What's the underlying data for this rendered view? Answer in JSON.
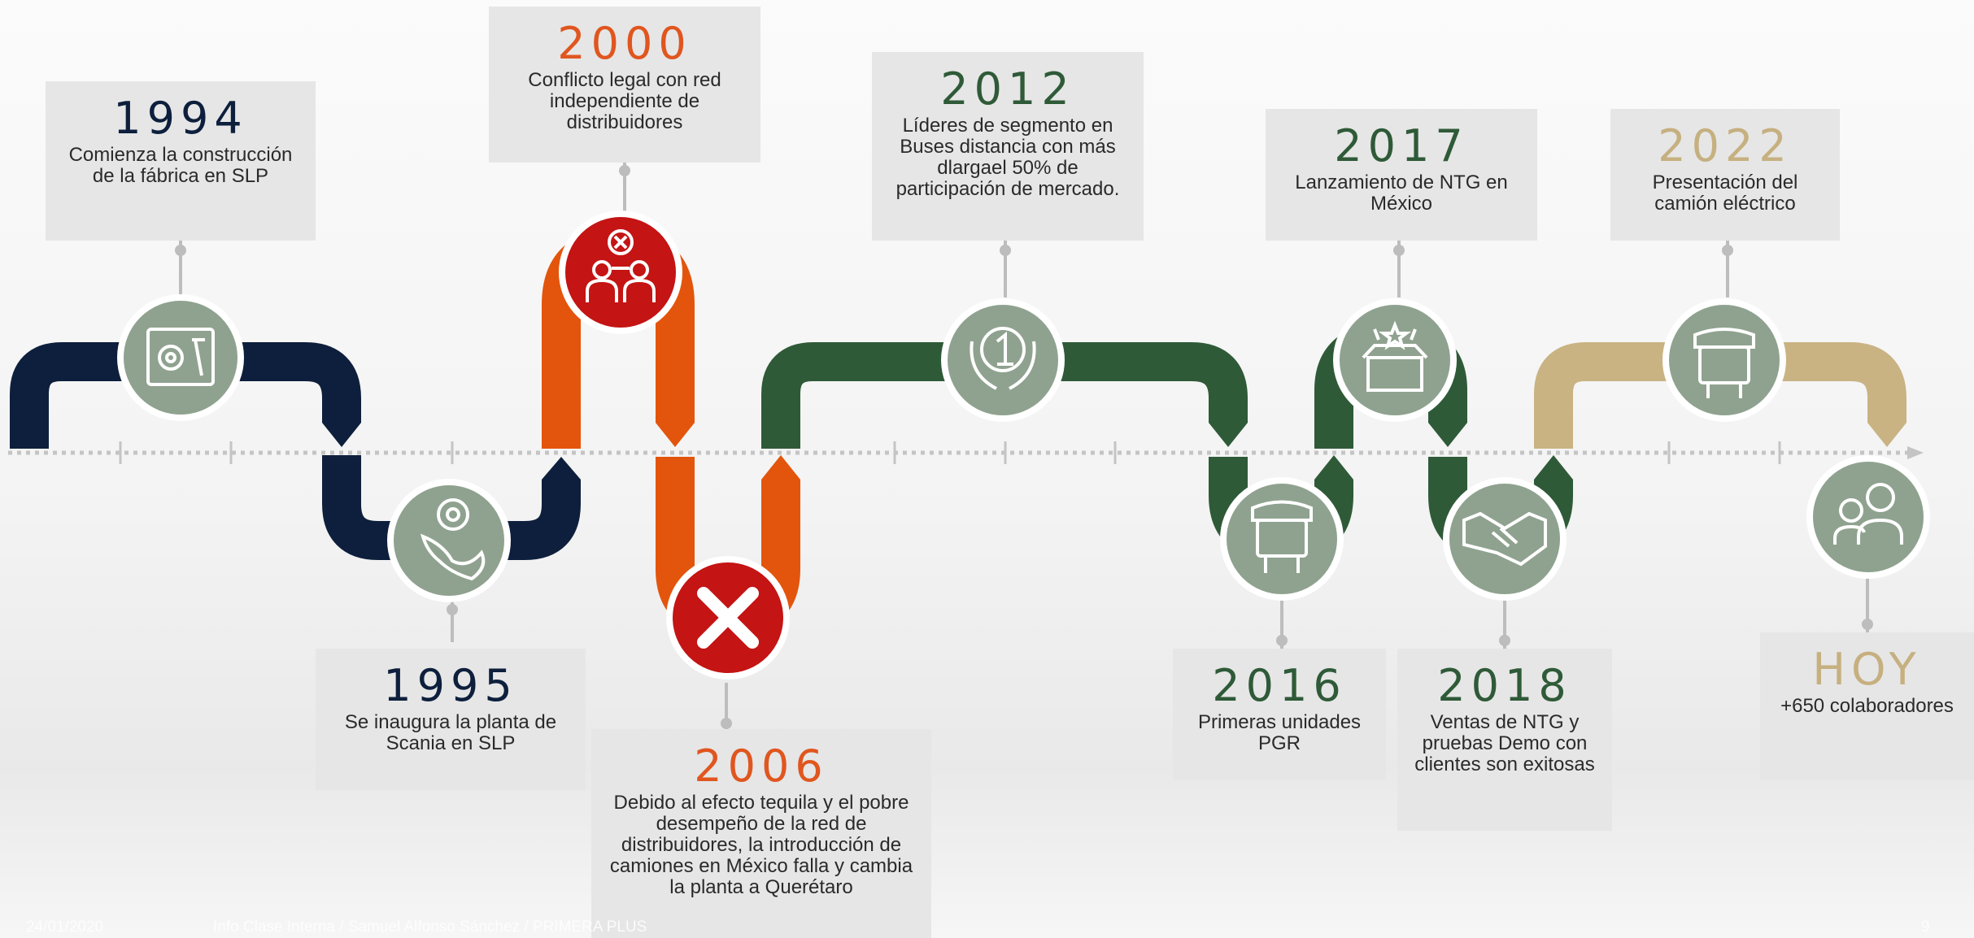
{
  "footer": {
    "date": "24/01/2020",
    "info": "Info Clase Interna / Samuel Alfonso Sánchez / PRIMERA PLUS",
    "page": "9"
  },
  "events": [
    {
      "year": "1994",
      "desc": "Comienza la construcción de la fábrica en SLP",
      "icon": "blueprint-gear-icon"
    },
    {
      "year": "1995",
      "desc": "Se inaugura la planta de Scania en SLP",
      "icon": "mexico-map-pin-icon"
    },
    {
      "year": "2000",
      "desc": "Conflicto legal con red independiente de distribuidores",
      "icon": "conflict-people-icon"
    },
    {
      "year": "2006",
      "desc": "Debido al efecto tequila y el pobre desempeño de la red de distribuidores, la introducción de camiones en México falla y cambia la planta a Querétaro",
      "icon": "x-mark-icon"
    },
    {
      "year": "2012",
      "desc": "Líderes de segmento en Buses distancia con más dlargael 50% de participación de mercado.",
      "icon": "laurel-number-one-icon"
    },
    {
      "year": "2016",
      "desc": "Primeras unidades PGR",
      "icon": "truck-front-icon"
    },
    {
      "year": "2017",
      "desc": "Lanzamiento de NTG en México",
      "icon": "gift-box-icon"
    },
    {
      "year": "2018",
      "desc": "Ventas de NTG y pruebas Demo con clientes son exitosas",
      "icon": "handshake-icon"
    },
    {
      "year": "2022",
      "desc": "Presentación del camión eléctrico",
      "icon": "electric-truck-icon"
    },
    {
      "year": "HOY",
      "desc": "+650 colaboradores",
      "icon": "people-group-icon"
    }
  ],
  "colors": {
    "navy": "#0d1f3c",
    "orange": "#e0561f",
    "green": "#2f5a38",
    "gold": "#c9b383",
    "red": "#c41414",
    "circle": "#8fa28f"
  }
}
